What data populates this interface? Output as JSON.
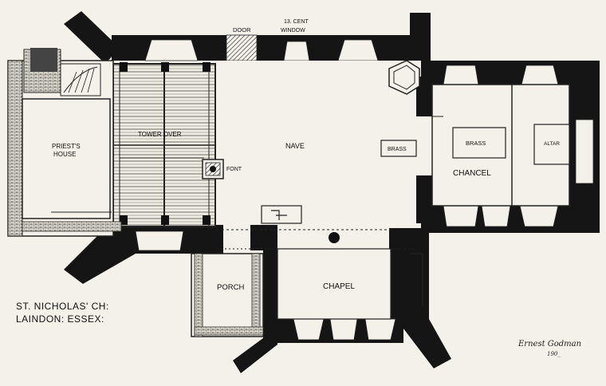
{
  "plan": {
    "title_line1": "ST. NICHOLAS' CH:",
    "title_line2": "LAINDON: ESSEX:",
    "labels": {
      "door": "DOOR",
      "window_line1": "13. CENT",
      "window_line2": "WINDOW",
      "priests_house_line1": "PRIEST'S",
      "priests_house_line2": "HOUSE",
      "tower_over": "TOWER OVER",
      "font": "FONT",
      "nave": "NAVE",
      "brass_nave": "BRASS",
      "brass_chancel": "BRASS",
      "altar": "ALTAR",
      "chancel": "CHANCEL",
      "porch": "PORCH",
      "chapel": "CHAPEL"
    },
    "signature": "Ernest Godman",
    "signature_year": "190_"
  }
}
